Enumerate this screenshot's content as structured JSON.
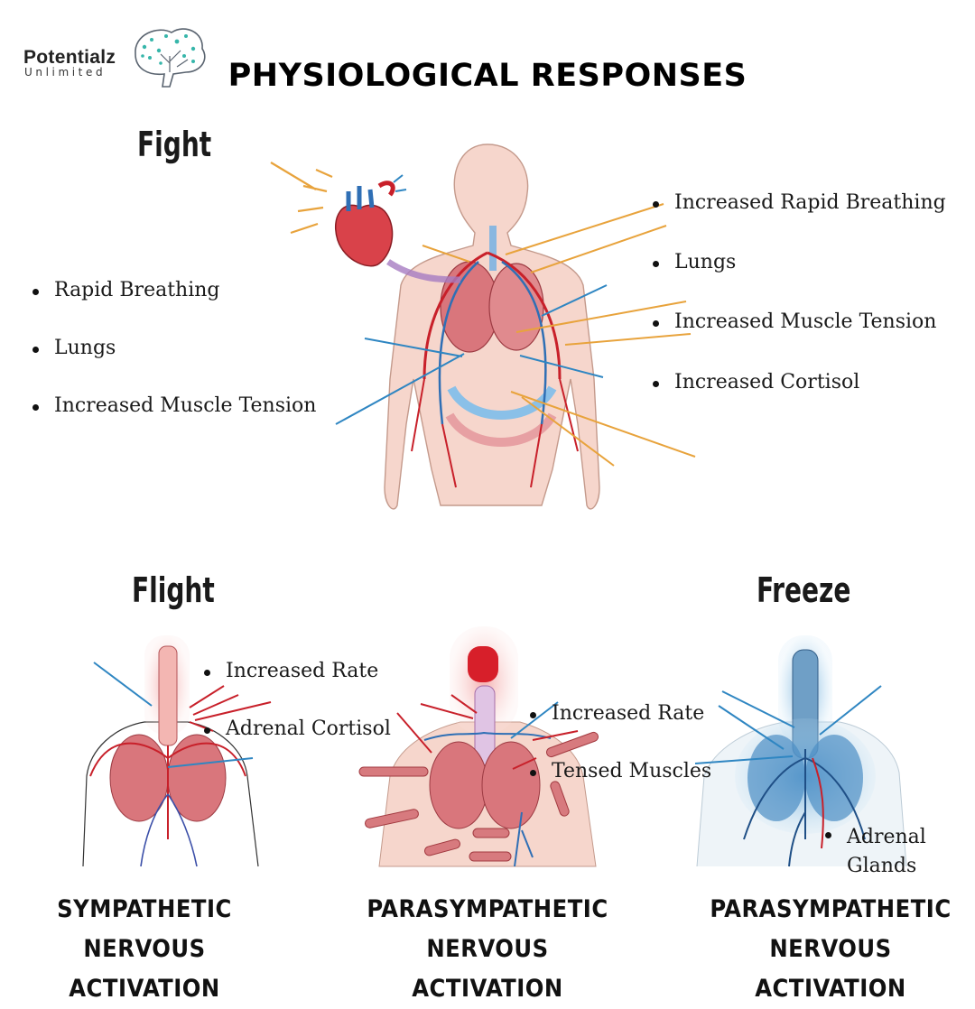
{
  "brand": {
    "name": "Potentialz",
    "tagline": "Unlimited"
  },
  "title": "PHYSIOLOGICAL RESPONSES",
  "fight": {
    "title": "Fight",
    "left_items": [
      "Rapid Breathing",
      "Lungs",
      "Increased Muscle Tension"
    ],
    "right_items": [
      "Increased Rapid Breathing",
      "Lungs",
      "Increased Muscle Tension",
      "Increased Cortisol"
    ]
  },
  "flight": {
    "title": "Flight",
    "items": [
      "Increased Rate",
      "Adrenal Cortisol"
    ],
    "caption_line1": "SYMPATHETIC NERVOUS",
    "caption_line2": "ACTIVATION"
  },
  "middle": {
    "items": [
      "Increased Rate",
      "Tensed Muscles"
    ],
    "caption_line1": "PARASYMPATHETIC",
    "caption_line2": "NERVOUS ACTIVATION"
  },
  "freeze": {
    "title": "Freeze",
    "item_line1": "Adrenal",
    "item_line2": "Glands",
    "caption_line1": "PARASYMPATHETIC",
    "caption_line2": "NERVOUS ACTIVATION"
  },
  "colors": {
    "artery": "#c8202a",
    "vein": "#2f6fb5",
    "skin": "#f6d6cc",
    "arrow_orange": "#e8a33c",
    "arrow_blue": "#2f86c2",
    "freeze_blue": "#5aa7d8"
  }
}
